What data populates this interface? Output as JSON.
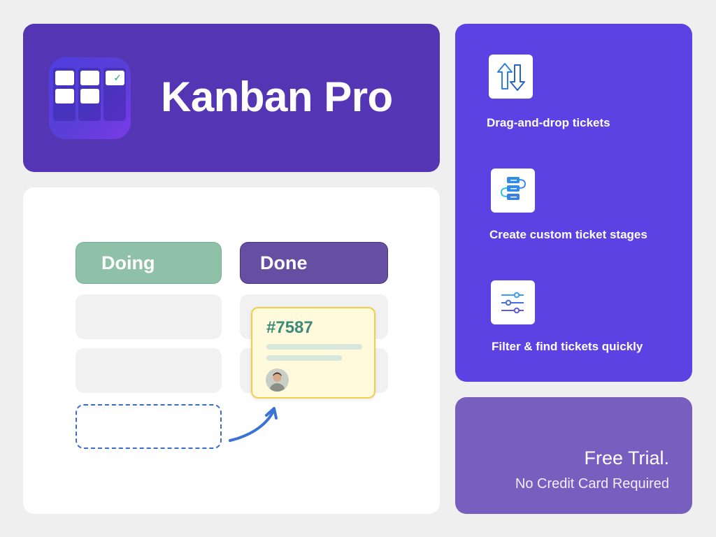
{
  "header": {
    "title": "Kanban Pro",
    "colors": {
      "background": "#5436b4",
      "icon_gradient_start": "#4f3ee0",
      "icon_gradient_end": "#7a3ae8",
      "check": "#1aa876"
    }
  },
  "board": {
    "lanes": [
      {
        "label": "Doing",
        "color": "#8fc1a8"
      },
      {
        "label": "Done",
        "color": "#664ea2"
      }
    ],
    "ticket": {
      "id": "#7587",
      "border_color": "#f0cf4d",
      "background": "#fffadb"
    },
    "drop_zone_color": "#3a6bc9"
  },
  "features": {
    "background": "#5c41e3",
    "items": [
      {
        "icon": "swap-vertical-arrows-icon",
        "label": "Drag-and-drop tickets"
      },
      {
        "icon": "workflow-stages-icon",
        "label": "Create custom ticket stages"
      },
      {
        "icon": "filter-sliders-icon",
        "label": "Filter & find tickets quickly"
      }
    ]
  },
  "trial": {
    "background": "#775ebf",
    "title": "Free Trial.",
    "subtitle": "No Credit Card Required"
  }
}
